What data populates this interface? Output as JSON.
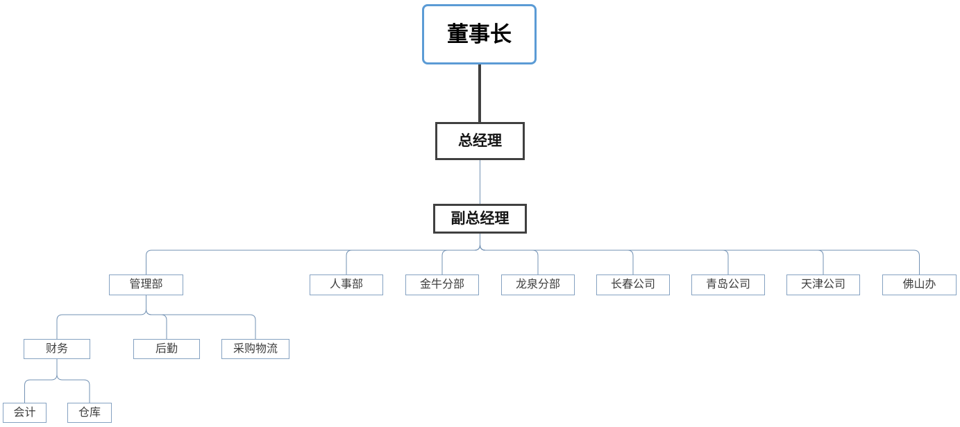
{
  "diagram": {
    "type": "org-chart",
    "background": "#ffffff",
    "colors": {
      "root_border": "#5b9bd5",
      "exec_border": "#404040",
      "node_border": "#84a1c1",
      "connector": "#7291b3",
      "trunk": "#404040",
      "text": "#3d3d3d"
    },
    "nodes": [
      {
        "id": "chairman",
        "label": "董事长",
        "level": 1
      },
      {
        "id": "general-manager",
        "label": "总经理",
        "level": 2
      },
      {
        "id": "deputy-general-manager",
        "label": "副总经理",
        "level": 3
      },
      {
        "id": "management-dept",
        "label": "管理部",
        "level": 4
      },
      {
        "id": "hr-dept",
        "label": "人事部",
        "level": 4
      },
      {
        "id": "jinniu-branch",
        "label": "金牛分部",
        "level": 4
      },
      {
        "id": "longquan-branch",
        "label": "龙泉分部",
        "level": 4
      },
      {
        "id": "changchun-company",
        "label": "长春公司",
        "level": 4
      },
      {
        "id": "qingdao-company",
        "label": "青岛公司",
        "level": 4
      },
      {
        "id": "tianjin-company",
        "label": "天津公司",
        "level": 4
      },
      {
        "id": "foshan-office",
        "label": "佛山办",
        "level": 4
      },
      {
        "id": "finance",
        "label": "财务",
        "level": 5
      },
      {
        "id": "logistics",
        "label": "后勤",
        "level": 5
      },
      {
        "id": "procurement-logistics",
        "label": "采购物流",
        "level": 5
      },
      {
        "id": "accounting",
        "label": "会计",
        "level": 6
      },
      {
        "id": "warehouse",
        "label": "仓库",
        "level": 6
      }
    ],
    "edges": [
      {
        "from": "chairman",
        "to": "general-manager",
        "style": "trunk"
      },
      {
        "from": "general-manager",
        "to": "deputy-general-manager",
        "style": "thin"
      },
      {
        "from": "deputy-general-manager",
        "to": "management-dept",
        "style": "branch"
      },
      {
        "from": "deputy-general-manager",
        "to": "hr-dept",
        "style": "branch"
      },
      {
        "from": "deputy-general-manager",
        "to": "jinniu-branch",
        "style": "branch"
      },
      {
        "from": "deputy-general-manager",
        "to": "longquan-branch",
        "style": "branch"
      },
      {
        "from": "deputy-general-manager",
        "to": "changchun-company",
        "style": "branch"
      },
      {
        "from": "deputy-general-manager",
        "to": "qingdao-company",
        "style": "branch"
      },
      {
        "from": "deputy-general-manager",
        "to": "tianjin-company",
        "style": "branch"
      },
      {
        "from": "deputy-general-manager",
        "to": "foshan-office",
        "style": "branch"
      },
      {
        "from": "management-dept",
        "to": "finance",
        "style": "branch"
      },
      {
        "from": "management-dept",
        "to": "logistics",
        "style": "branch"
      },
      {
        "from": "management-dept",
        "to": "procurement-logistics",
        "style": "branch"
      },
      {
        "from": "finance",
        "to": "accounting",
        "style": "branch"
      },
      {
        "from": "finance",
        "to": "warehouse",
        "style": "branch"
      }
    ]
  }
}
